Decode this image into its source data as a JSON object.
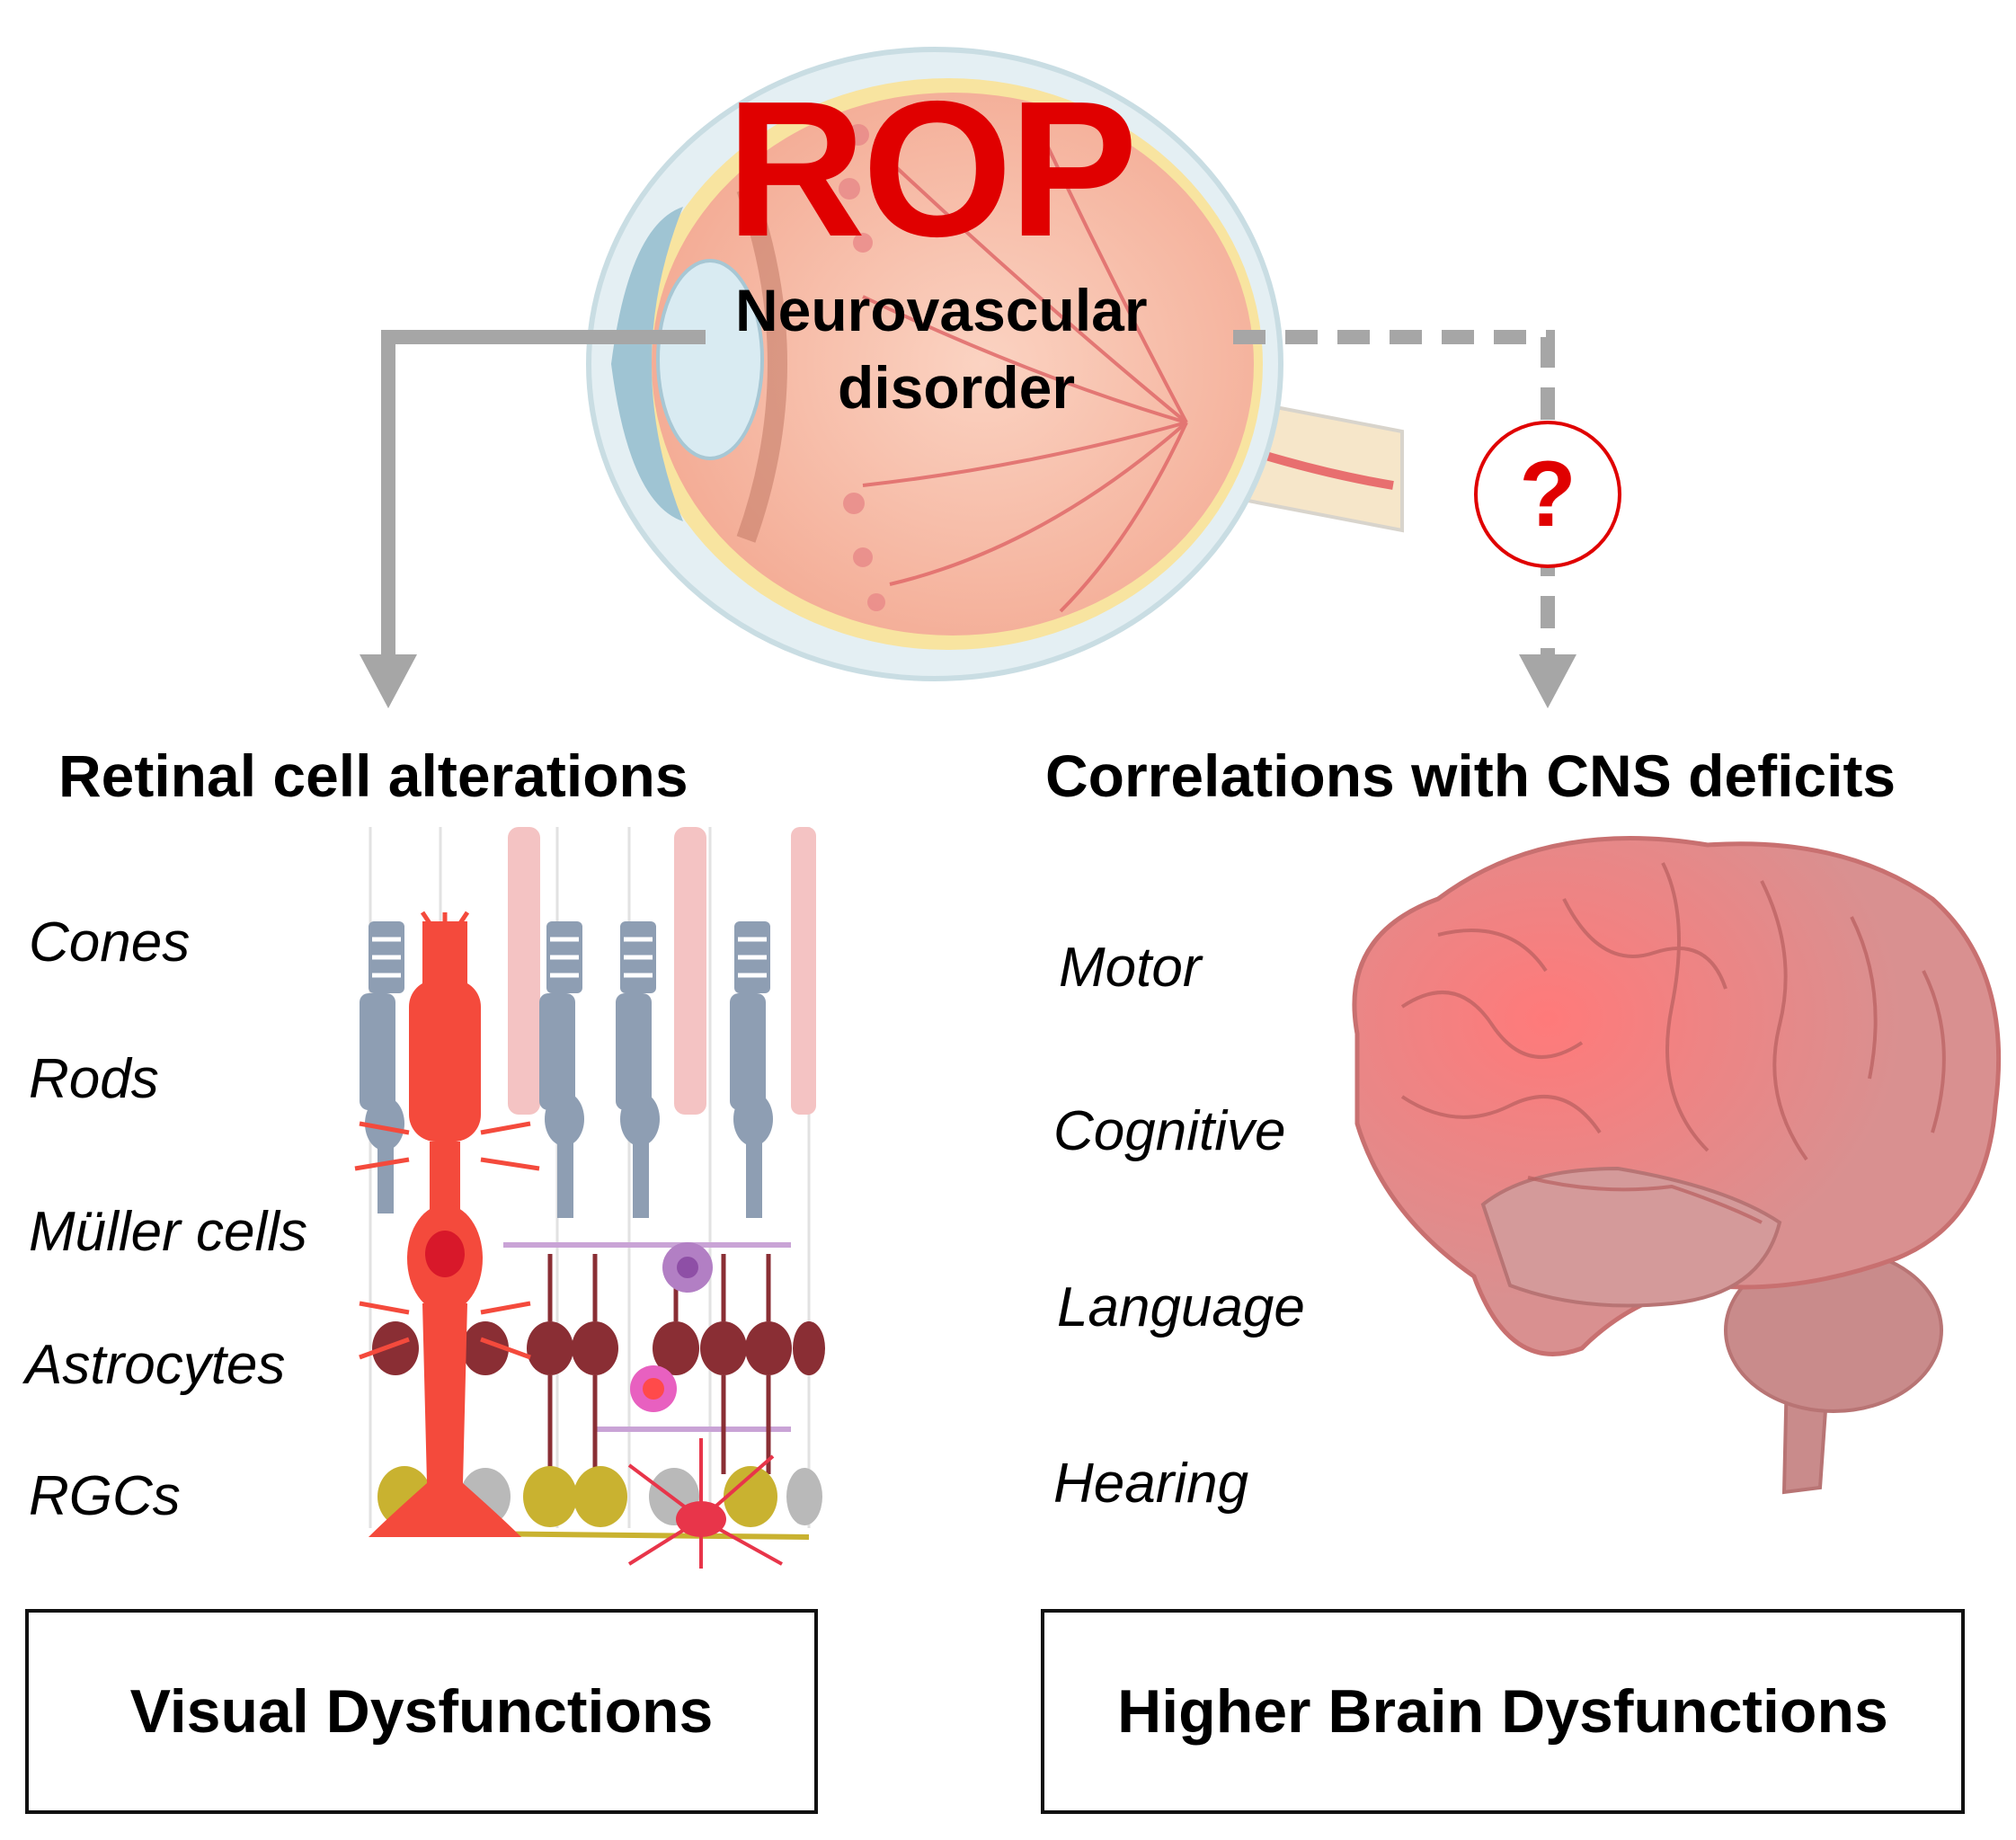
{
  "title": "ROP",
  "subtitle": [
    "Neurovascular",
    "disorder"
  ],
  "question_mark": "?",
  "left": {
    "heading": "Retinal cell alterations",
    "labels": [
      "Cones",
      "Rods",
      "Müller cells",
      "Astrocytes",
      "RGCs"
    ],
    "box": "Visual Dysfunctions"
  },
  "right": {
    "heading": "Correlations with CNS deficits",
    "labels": [
      "Motor",
      "Cognitive",
      "Language",
      "Hearing"
    ],
    "box": "Higher Brain Dysfunctions"
  },
  "colors": {
    "rop_red": "#e00000",
    "arrow_gray": "#a6a6a6",
    "muller_red": "#f44a3c",
    "photoreceptor_gray": "#8e9eb3",
    "bipolar_maroon": "#8a2e34",
    "rgc_yellow": "#c9b230",
    "brain_pink": "#d99090"
  }
}
